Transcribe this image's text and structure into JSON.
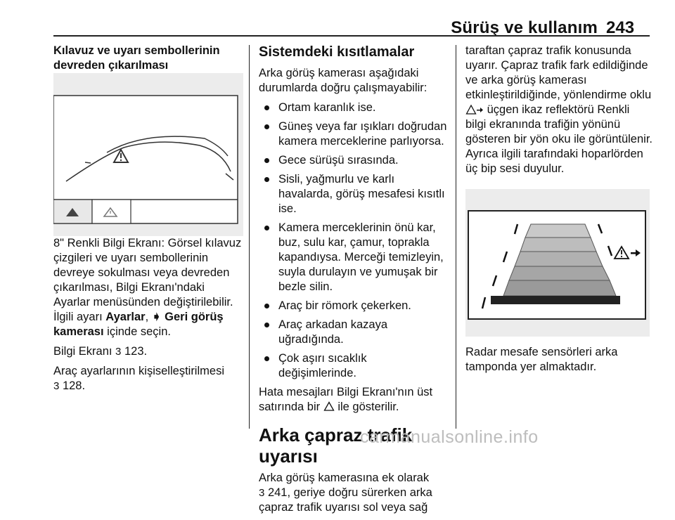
{
  "header": {
    "title": "Sürüş ve kullanım",
    "page_number": "243"
  },
  "col1": {
    "heading": "Kılavuz ve uyarı sembollerinin devreden çıkarılması",
    "figure_caption": "8\" Renkli Bilgi Ekranı: Görsel kılavuz çizgileri ve uyarı sembollerinin devreye sokulması veya devreden çıkarılması, Bilgi Ekranı'ndaki Ayarlar menüsünden değiştirilebilir. İlgili ayarı",
    "settings_bold": "Ayarlar",
    "separator": ",",
    "arrow_glyph": "➧",
    "camera_bold": "Geri görüş kamerası",
    "select_text": "içinde seçin.",
    "info_display": "Bilgi Ekranı",
    "ref_arrow": "3",
    "info_page": "123.",
    "personalize": "Araç ayarlarının kişiselleştirilmesi",
    "personalize_page": "128."
  },
  "col2": {
    "heading": "Sistemdeki kısıtlamalar",
    "intro": "Arka görüş kamerası aşağıdaki durumlarda doğru çalışmayabilir:",
    "bullets": [
      "Ortam karanlık ise.",
      "Güneş veya far ışıkları doğrudan kamera merceklerine parlıyorsa.",
      "Gece sürüşü sırasında.",
      "Sisli, yağmurlu ve karlı havalarda, görüş mesafesi kısıtlı ise.",
      "Kamera merceklerinin önü kar, buz, sulu kar, çamur, toprakla kapandıysa. Merceği temizleyin, suyla durulayın ve yumuşak bir bezle silin.",
      "Araç bir römork çekerken.",
      "Araç arkadan kazaya uğradığında.",
      "Çok aşırı sıcaklık değişimlerinde."
    ],
    "error_msg_a": "Hata mesajları Bilgi Ekranı'nın üst satırında bir",
    "error_msg_b": "ile gösterilir.",
    "section_title": "Arka çapraz trafik uyarısı",
    "section_text_a": "Arka görüş kamerasına ek olarak",
    "section_ref": "3",
    "section_text_b": "241, geriye doğru sürerken arka çapraz trafik uyarısı sol veya sağ"
  },
  "col3": {
    "text_a": "taraftan çapraz trafik konusunda uyarır. Çapraz trafik fark edildiğinde ve arka görüş kamerası etkinleştirildiğinde, yönlendirme oklu",
    "text_b": "üçgen ikaz reflektörü Renkli bilgi ekranında trafiğin yönünü gösteren bir yön oku ile görüntülenir. Ayrıca ilgili tarafındaki hoparlörden üç bip sesi duyulur.",
    "radar_text": "Radar mesafe sensörleri arka tamponda yer almaktadır."
  },
  "watermark": "carmanualsonline.info"
}
